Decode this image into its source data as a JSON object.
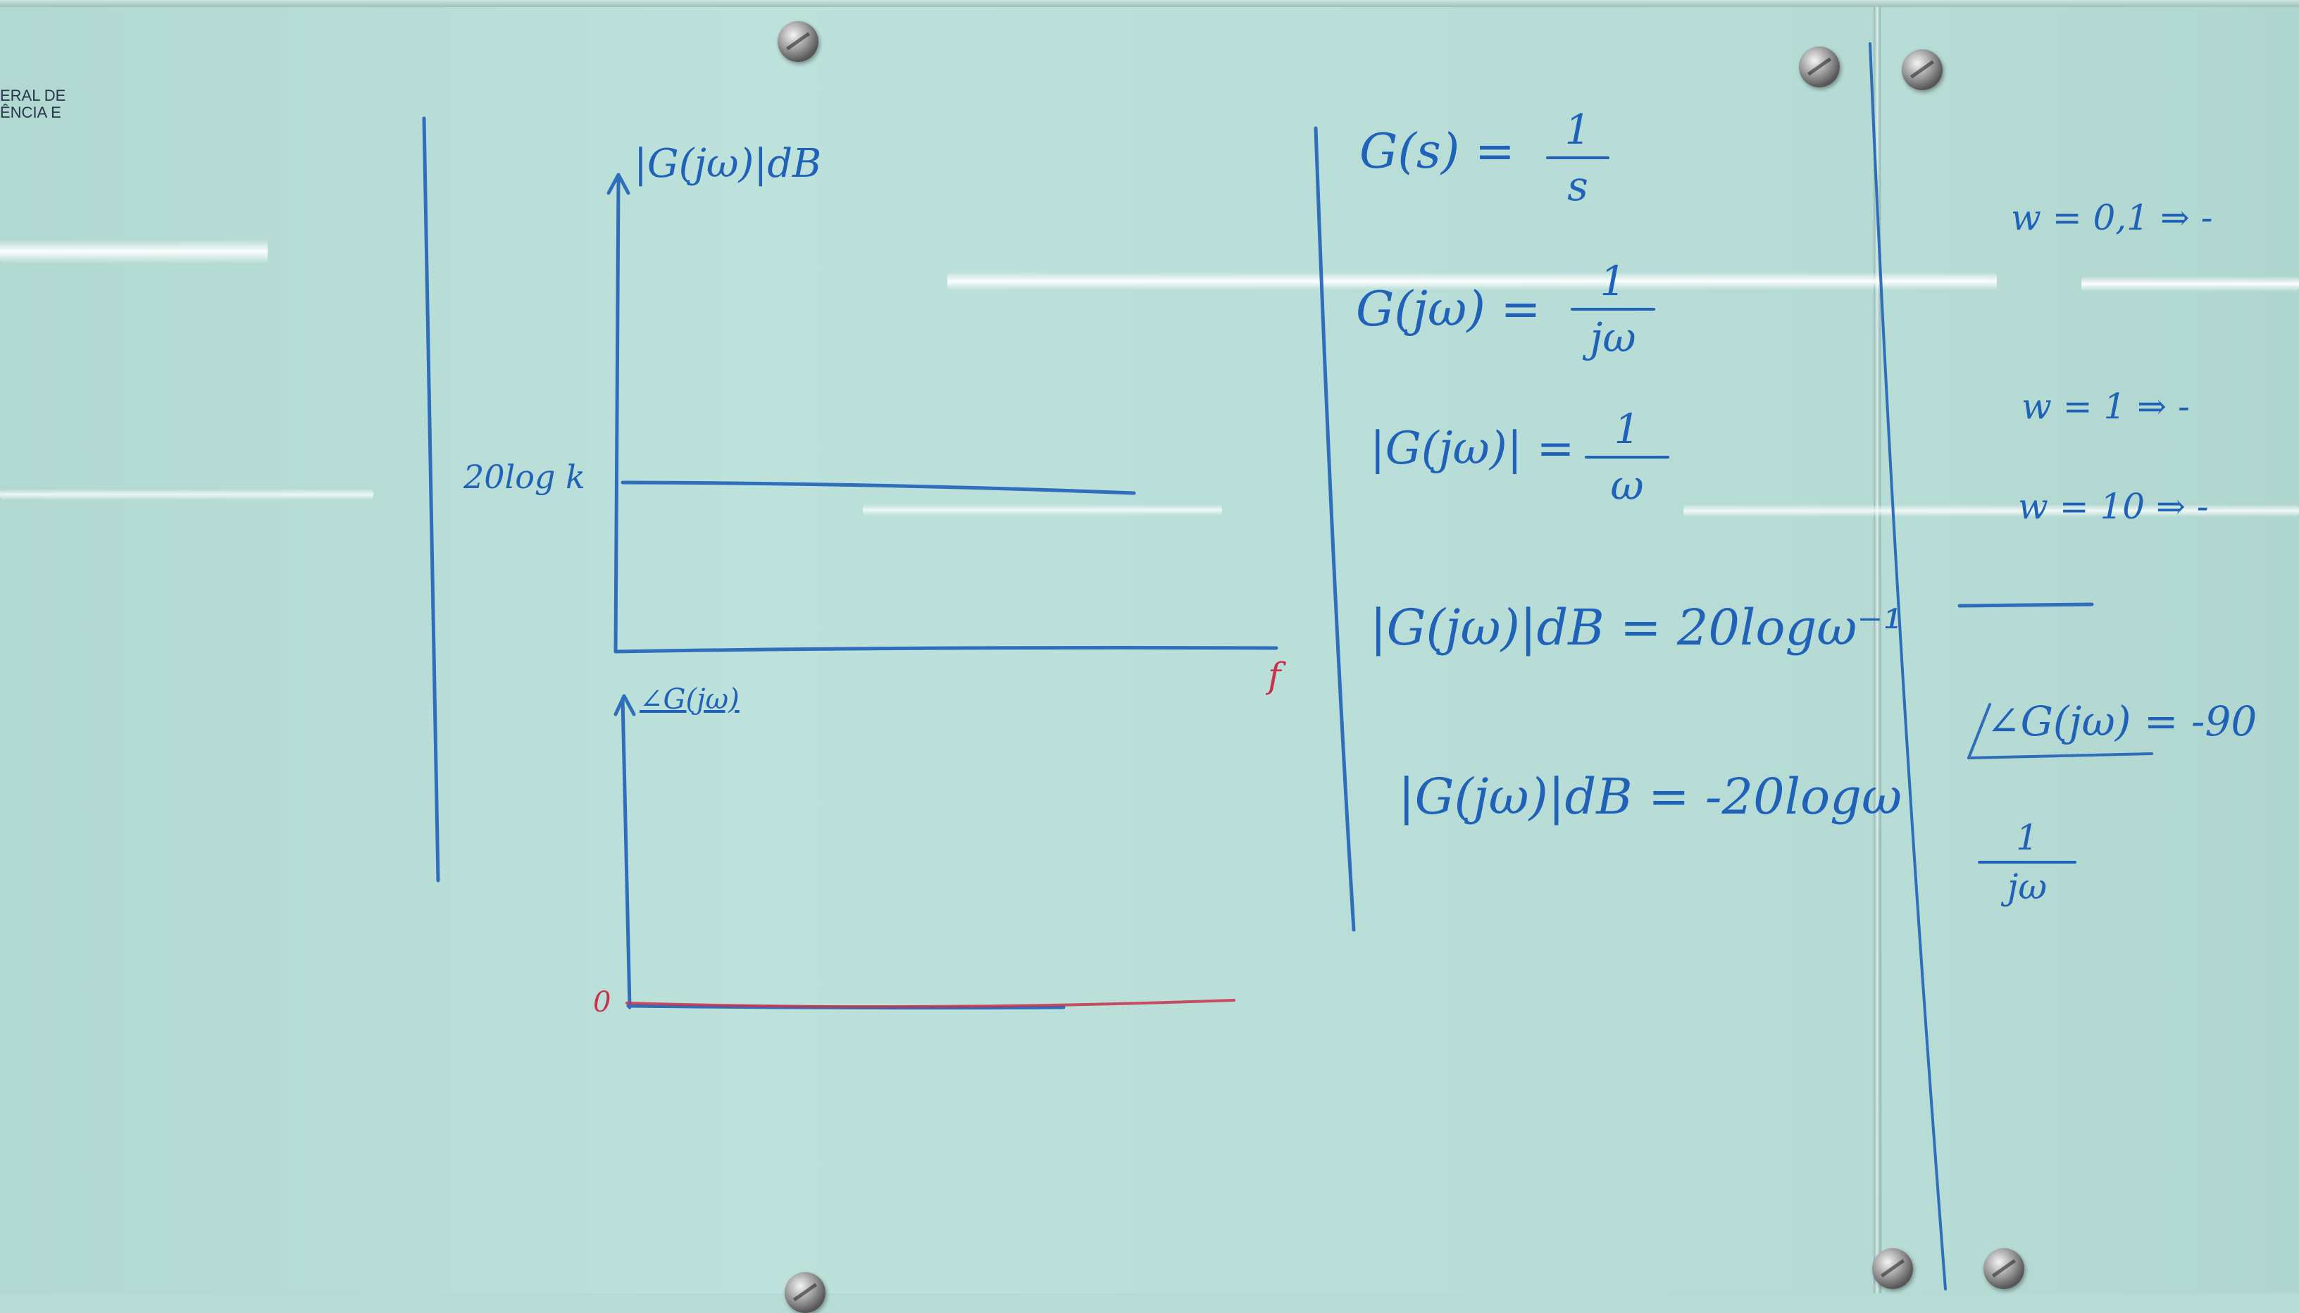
{
  "corner_label": {
    "line1": "ERAL DE",
    "line2": "ÊNCIA E"
  },
  "plot": {
    "y_axis_label_top": "|G(jω)|dB",
    "y_axis_label_bottom": "∠G(jω)",
    "level_label": "20log k",
    "x_axis_label": "f",
    "zero_label": "0"
  },
  "equations": {
    "eq1_lhs": "G(s) =",
    "eq1_num": "1",
    "eq1_den": "s",
    "eq2_lhs": "G(jω) =",
    "eq2_num": "1",
    "eq2_den": "jω",
    "eq3_lhs": "|G(jω)| =",
    "eq3_num": "1",
    "eq3_den": "ω",
    "eq4": "|G(jω)|dB = 20logω⁻¹",
    "eq5": "|G(jω)|dB = -20logω"
  },
  "right_panel": {
    "w1": "w = 0,1  ⇒ -",
    "w2": "w = 1  ⇒ -",
    "w3": "w = 10  ⇒ -",
    "phase": "∠G(jω) = -90",
    "frac_num": "1",
    "frac_den": "jω"
  },
  "colors": {
    "marker_blue": "#1f62b8",
    "marker_red": "#c8324e",
    "glass": "#b7dcd6"
  }
}
